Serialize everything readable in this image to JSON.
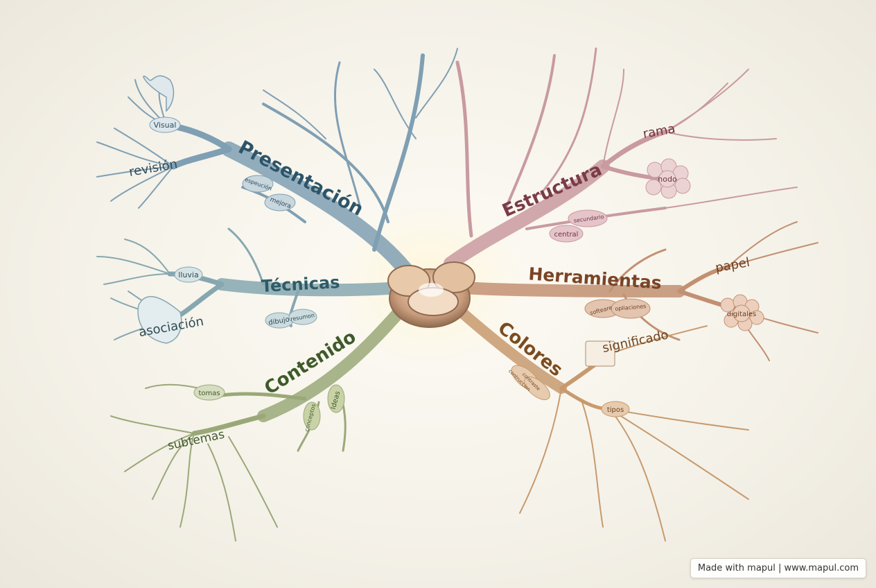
{
  "colors": {
    "presentacion": "#7f9fb3",
    "tecnicas": "#86a7b0",
    "contenido": "#9aa878",
    "estructura": "#c99aa0",
    "herramientas": "#c29072",
    "colores": "#c79a6e",
    "center": "#c8a68c"
  },
  "branches": {
    "presentacion": {
      "label": "Presentación",
      "subs": {
        "visual": "Visual",
        "revision": "revisión"
      },
      "leaves": {
        "espeucion": "espeución",
        "mejora": "mejora"
      }
    },
    "tecnicas": {
      "label": "Técnicas",
      "subs": {
        "lluvia": "lluvia",
        "asociacion": "asociación"
      },
      "leaves": {
        "dibujo": "dibujo",
        "resumon": "resumon"
      }
    },
    "contenido": {
      "label": "Contenido",
      "subs": {
        "tomas": "tomas",
        "subtemas": "subtemas"
      },
      "leaves": {
        "conceptos": "conceptos",
        "ideas": "Ideas"
      }
    },
    "estructura": {
      "label": "Estructura",
      "subs": {
        "rama": "rama",
        "nodo": "nodo"
      },
      "leaves": {
        "secundario": "secundario",
        "central": "central"
      }
    },
    "herramientas": {
      "label": "Herramientas",
      "subs": {
        "papel": "papel",
        "digitales": "digitales"
      },
      "leaves": {
        "softeare": "softeare",
        "opliaciones": "opliaciones"
      }
    },
    "colores": {
      "label": "Colores",
      "subs": {
        "significado": "significado",
        "tipos": "tipos"
      },
      "leaves": {
        "contraste": "contraste",
        "contruccion": "contruccion"
      }
    }
  },
  "footer": {
    "text": "Made with mapul | www.mapul.com"
  }
}
